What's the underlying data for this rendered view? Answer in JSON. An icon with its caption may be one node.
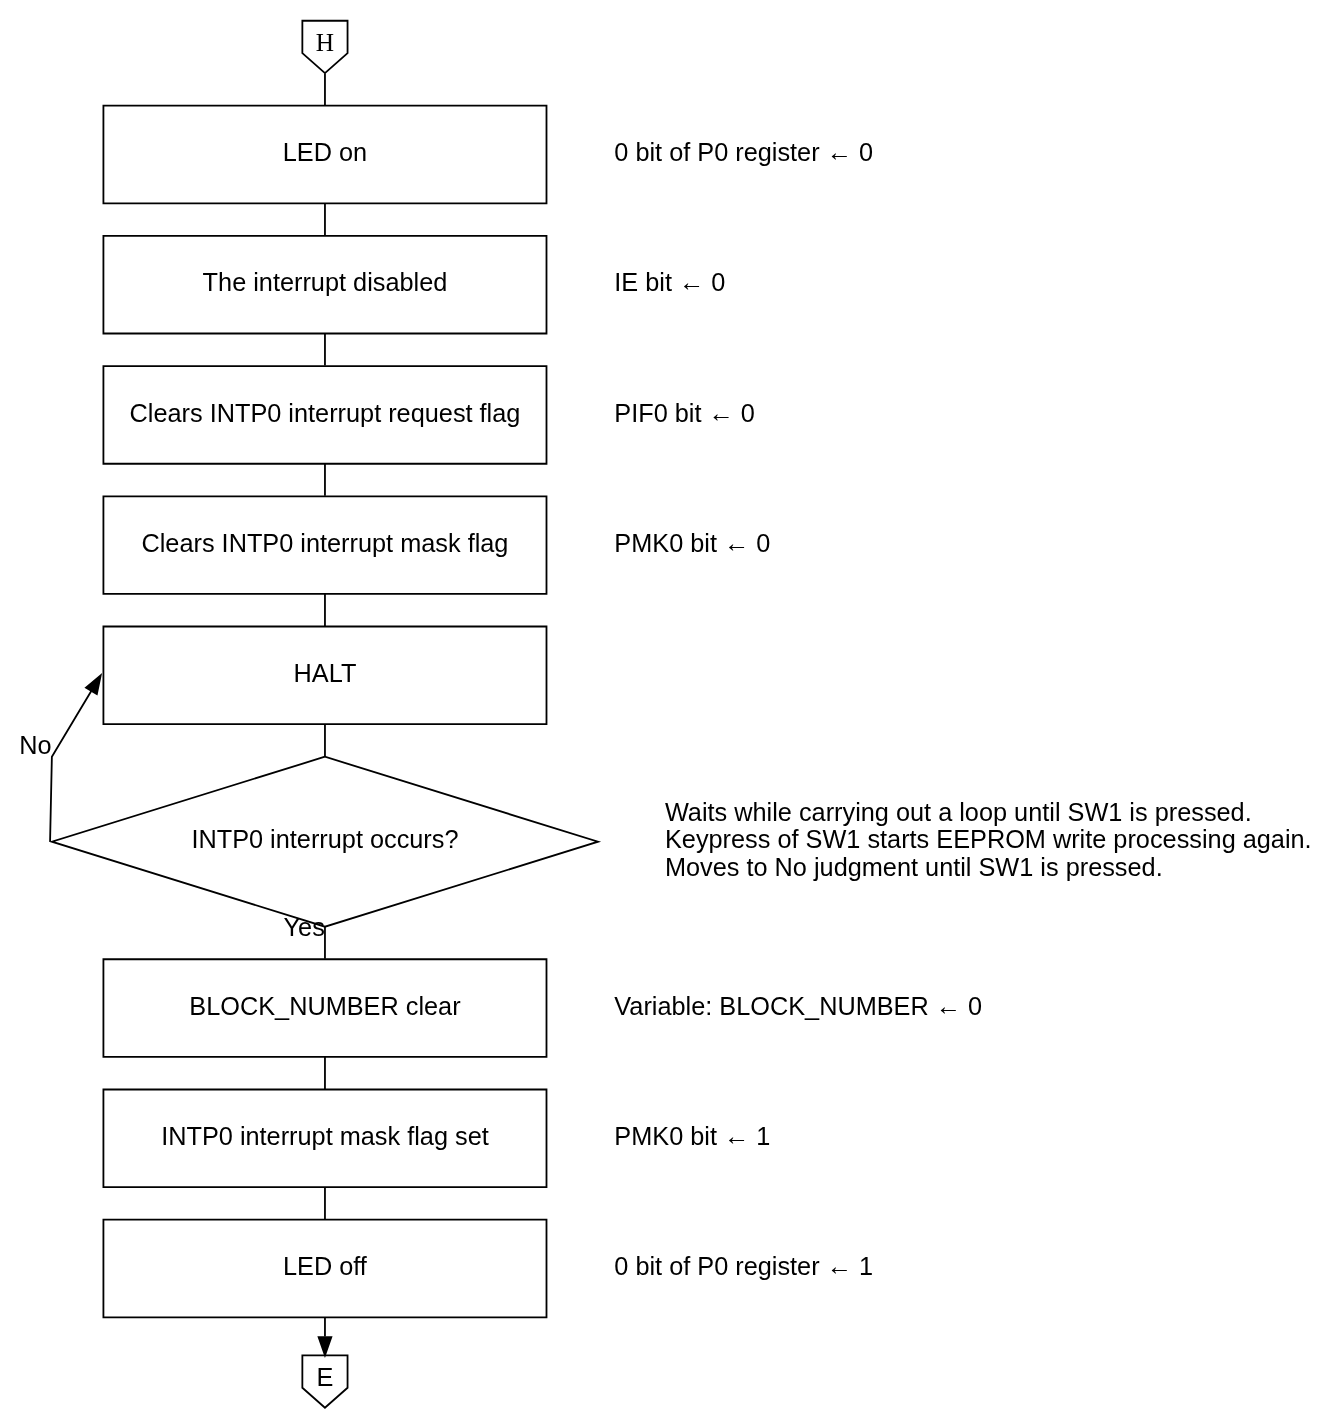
{
  "diagram": {
    "nodes": [
      {
        "text": [
          "H"
        ]
      },
      {
        "text": [
          "LED on"
        ],
        "beside": [
          "0 bit of P0 register ← 0"
        ]
      },
      {
        "text": [
          "The interrupt disabled"
        ],
        "beside": [
          "IE bit ← 0"
        ]
      },
      {
        "text": [
          "Clears INTP0 interrupt request flag"
        ],
        "beside": [
          "PIF0 bit ← 0"
        ]
      },
      {
        "text": [
          "Clears INTP0 interrupt mask flag"
        ],
        "beside": [
          "PMK0 bit ← 0"
        ]
      },
      {
        "text": [
          "HALT"
        ]
      },
      {
        "text": [
          "INTP0 interrupt occurs?"
        ],
        "beside": [
          "Waits while carrying out a loop until SW1 is pressed.",
          "Keypress of SW1 starts EEPROM write processing again.",
          "Moves to No judgment until SW1 is pressed."
        ]
      },
      {
        "text": [
          "BLOCK_NUMBER clear"
        ],
        "beside": [
          "Variable: BLOCK_NUMBER ← 0"
        ]
      },
      {
        "text": [
          "INTP0 interrupt mask flag set"
        ],
        "beside": [
          "PMK0 bit ← 1"
        ]
      },
      {
        "text": [
          "LED off"
        ],
        "beside": [
          "0 bit of P0 register ← 1"
        ]
      },
      {
        "text": [
          "E"
        ]
      }
    ],
    "edges": [
      {
        "from": 0,
        "to": 1,
        "arrow": "none"
      },
      {
        "from": 1,
        "to": 2,
        "arrow": "none"
      },
      {
        "from": 2,
        "to": 3,
        "arrow": "none"
      },
      {
        "from": 3,
        "to": 4,
        "arrow": "none"
      },
      {
        "from": 4,
        "to": 5,
        "arrow": "none"
      },
      {
        "from": 5,
        "to": 6,
        "arrow": "none"
      },
      {
        "from": 6,
        "to": 5,
        "arrow": "to",
        "label": "No"
      },
      {
        "from": 6,
        "to": 7,
        "arrow": "none",
        "label": "Yes"
      },
      {
        "from": 7,
        "to": 8,
        "arrow": "none"
      },
      {
        "from": 8,
        "to": 9,
        "arrow": "none"
      },
      {
        "from": 9,
        "to": 10,
        "arrow": "to"
      }
    ]
  }
}
